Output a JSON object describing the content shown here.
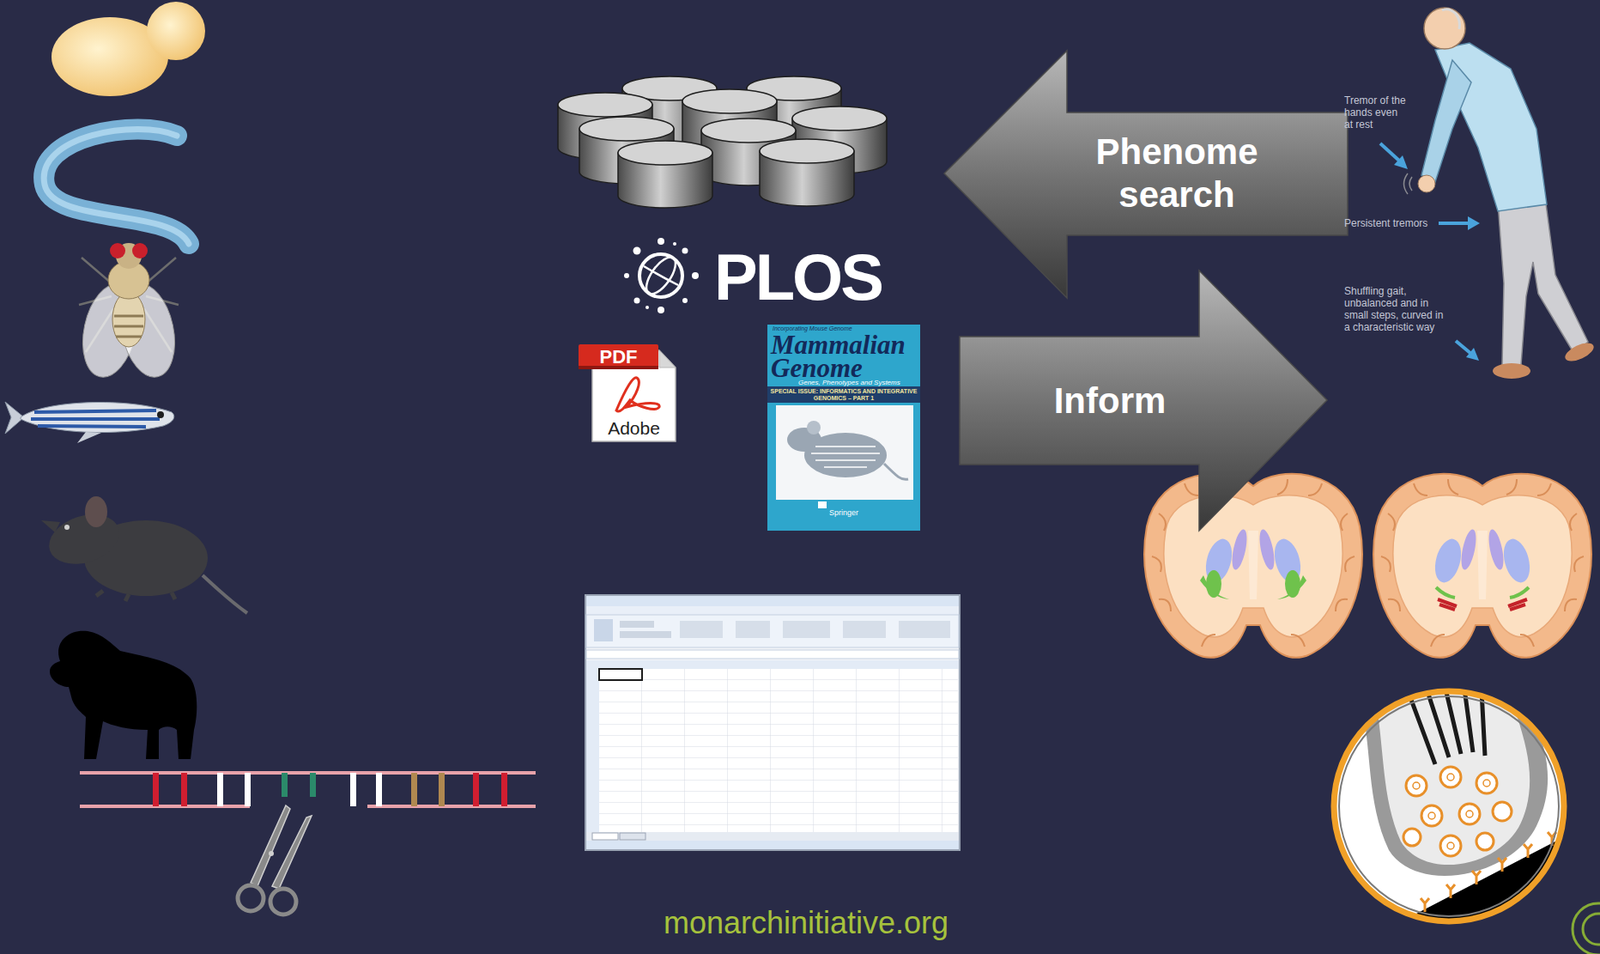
{
  "diagram": {
    "nodes": [
      {
        "text": [
          "Phenome search"
        ]
      },
      {
        "text": [
          "Inform"
        ]
      }
    ],
    "labels": [
      "PLOS",
      "PDF",
      "Adobe",
      "Incorporating Mouse Genome",
      "Mammalian Genome",
      "Genes, Phenotypes and Systems",
      "SPECIAL ISSUE: INFORMATICS AND INTEGRATIVE GENOMICS – PART 1",
      "Springer",
      "Tremor of the hands even at rest",
      "Persistent tremors",
      "Shuffling gait, unbalanced and in small steps, curved in a characteristic way",
      "monarchinitiative.org"
    ]
  }
}
